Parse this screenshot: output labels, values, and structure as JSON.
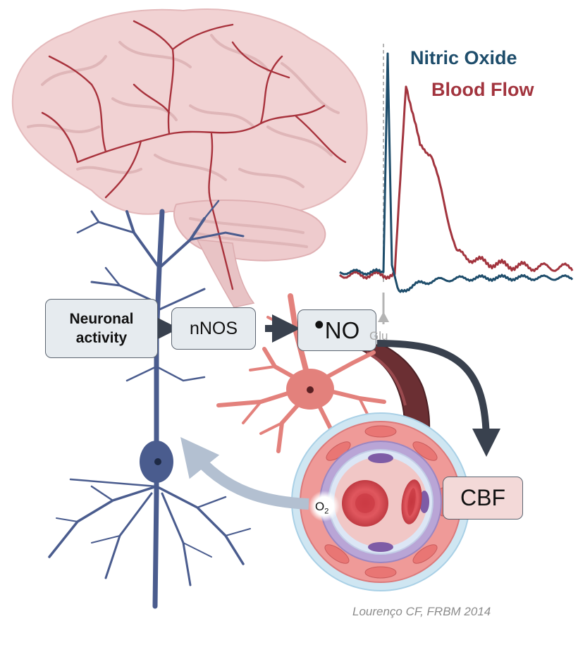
{
  "labels": {
    "neuronal_activity": "Neuronal\nactivity",
    "nnos": "nNOS",
    "no_dot": "•",
    "no": "NO",
    "cbf": "CBF",
    "o2_main": "O",
    "o2_sub": "2",
    "glu": "Glu",
    "legend_nitric_oxide": "Nitric Oxide",
    "legend_blood_flow": "Blood Flow",
    "citation": "Lourenço  CF, FRBM 2014"
  },
  "colors": {
    "nitric_oxide": "#1e4d6b",
    "blood_flow": "#a2343e",
    "neuron": "#4a5c8e",
    "astrocyte": "#e3817c",
    "brain": "#f1d2d3",
    "arrow_dark": "#39414e",
    "arrow_light": "#b3c0d1"
  },
  "icons": [
    "brain-illustration",
    "neuron-illustration",
    "astrocyte-illustration",
    "blood-vessel-cross-section-illustration"
  ]
}
